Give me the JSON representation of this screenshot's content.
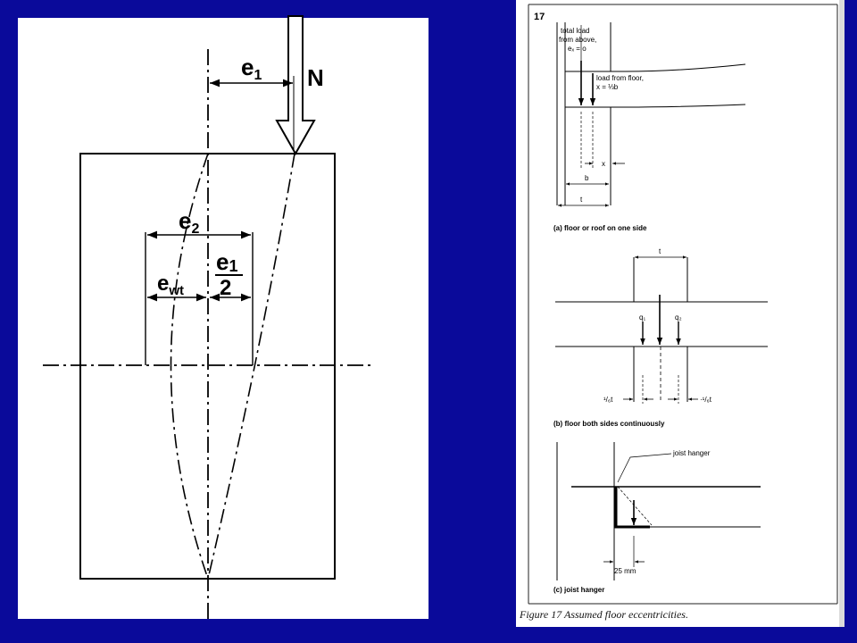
{
  "left_diagram": {
    "load_label": "N",
    "e1_label": "e",
    "e1_sub": "1",
    "e2_label": "e",
    "e2_sub": "2",
    "ewt_label": "e",
    "ewt_sub": "wt",
    "half_e1_num": "e",
    "half_e1_num_sub": "1",
    "half_e1_den": "2"
  },
  "right_figure": {
    "figure_number": "17",
    "part_a": {
      "total_load_line1": "total load",
      "total_load_line2": "from above,",
      "total_load_line3": "eₓ = o",
      "floor_load_line1": "load from floor,",
      "floor_load_line2": "x = ⅓b",
      "dim_x": "x",
      "dim_b": "b",
      "dim_t": "t",
      "caption": "(a) floor or roof on one side"
    },
    "part_b": {
      "dim_t": "t",
      "q1": "q₁",
      "q2": "q₂",
      "left_sixth": "¹/₆t",
      "right_sixth": "·¹/₆t",
      "caption": "(b) floor both sides continuously"
    },
    "part_c": {
      "joist_hanger_label": "joist hanger",
      "dim_25mm": "25 mm",
      "caption": "(c) joist hanger"
    },
    "figure_caption": "Figure 17 Assumed floor eccentricities."
  }
}
